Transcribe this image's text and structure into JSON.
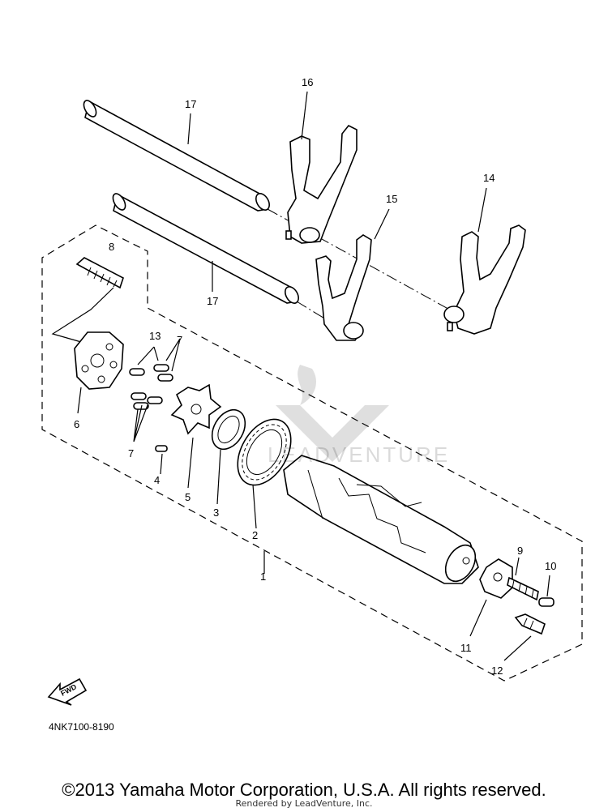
{
  "diagram": {
    "part_number_code": "4NK7100-8190",
    "fwd_label": "FWD",
    "callouts": {
      "c1": "1",
      "c2": "2",
      "c3": "3",
      "c4": "4",
      "c5": "5",
      "c6": "6",
      "c7a": "7",
      "c7b": "7",
      "c8": "8",
      "c9": "9",
      "c10": "10",
      "c11": "11",
      "c12": "12",
      "c13": "13",
      "c14": "14",
      "c15": "15",
      "c16": "16",
      "c17a": "17",
      "c17b": "17"
    }
  },
  "watermark": {
    "text": "LEADVENTURE"
  },
  "footer": {
    "copyright": "©2013 Yamaha Motor Corporation, U.S.A. All rights reserved.",
    "rendered_by": "Rendered by LeadVenture, Inc."
  }
}
